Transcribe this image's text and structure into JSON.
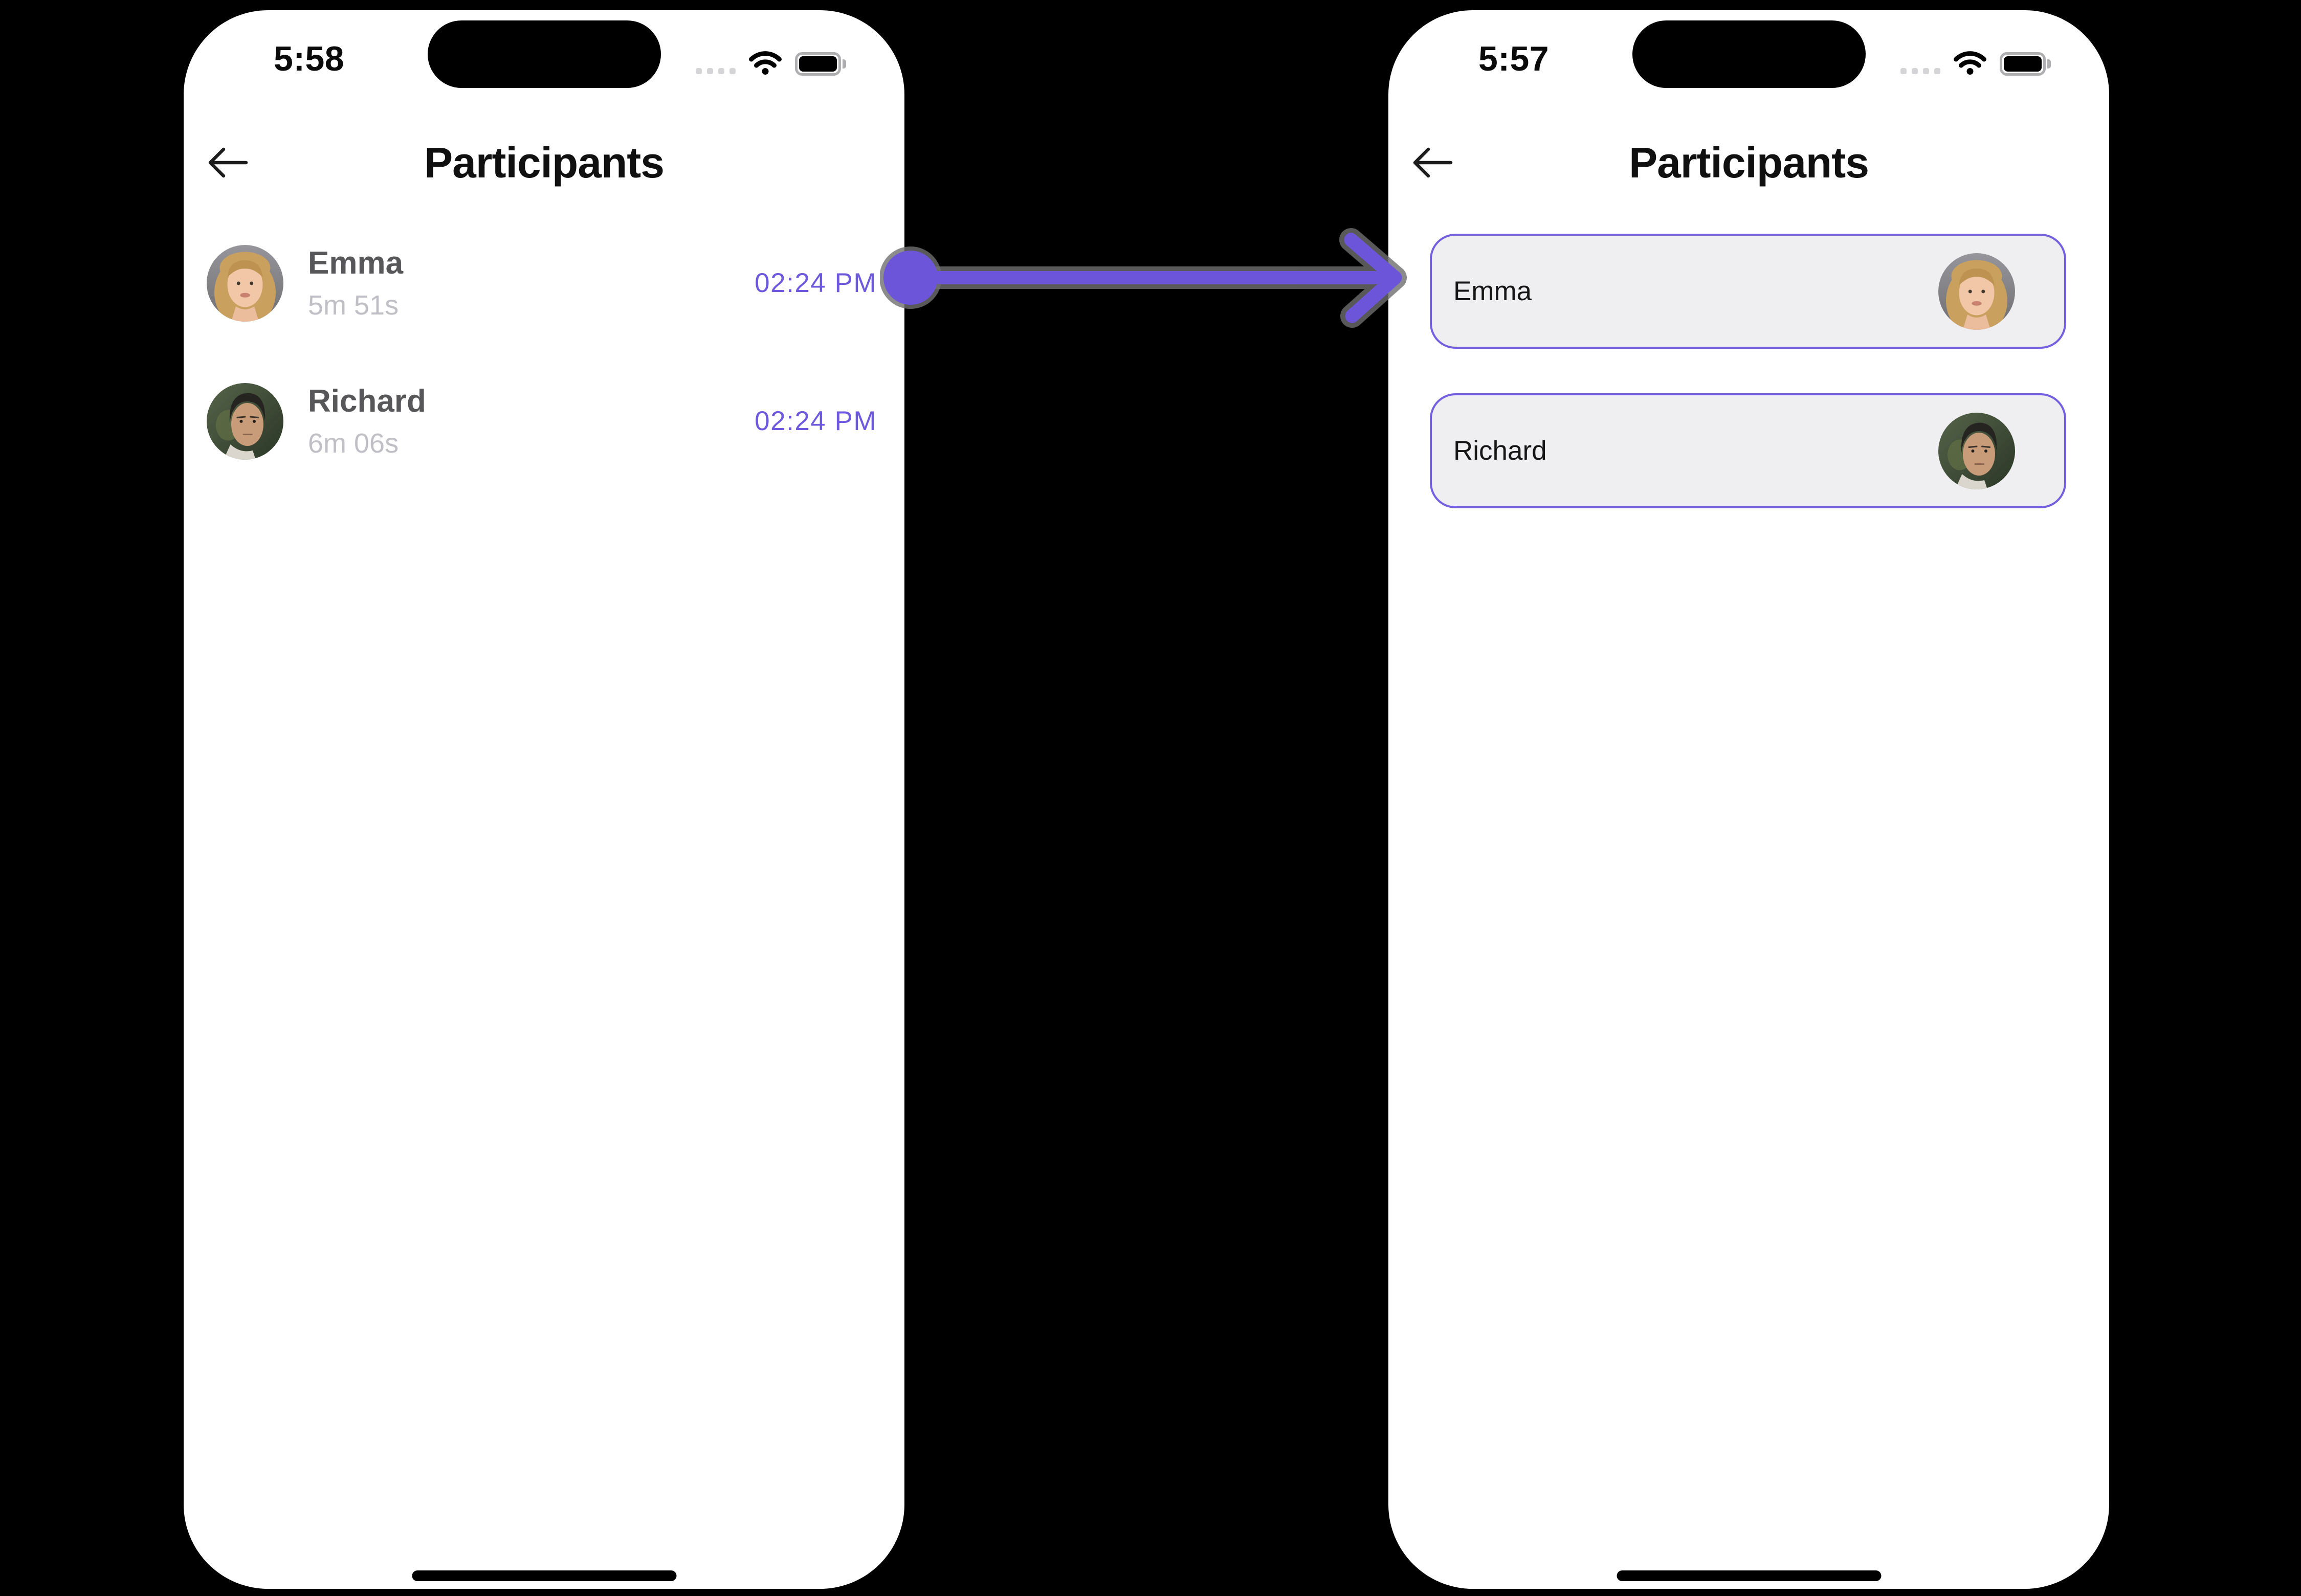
{
  "colors": {
    "accent_purple": "#6C55D9",
    "card_border": "#7460DE",
    "card_background": "#EFEFF1",
    "name_text": "#57575A",
    "duration_text": "#C0BFC5",
    "timestamp_text": "#6D59DC",
    "phone_background": "#FFFFFF",
    "page_background": "#000000"
  },
  "left_phone": {
    "status_bar": {
      "time": "5:58",
      "icons": [
        "cellular-dots-icon",
        "wifi-icon",
        "battery-icon"
      ]
    },
    "header": {
      "back_icon": "back-arrow-icon",
      "title": "Participants"
    },
    "participants": [
      {
        "name": "Emma",
        "duration": "5m 51s",
        "joined_time": "02:24 PM",
        "avatar": "emma-portrait"
      },
      {
        "name": "Richard",
        "duration": "6m 06s",
        "joined_time": "02:24 PM",
        "avatar": "richard-portrait"
      }
    ]
  },
  "annotation": {
    "shape": "arrow-right",
    "color": "#6C55D9"
  },
  "right_phone": {
    "status_bar": {
      "time": "5:57",
      "icons": [
        "cellular-dots-icon",
        "wifi-icon",
        "battery-icon"
      ]
    },
    "header": {
      "back_icon": "back-arrow-icon",
      "title": "Participants"
    },
    "participants": [
      {
        "name": "Emma",
        "avatar": "emma-portrait"
      },
      {
        "name": "Richard",
        "avatar": "richard-portrait"
      }
    ]
  }
}
